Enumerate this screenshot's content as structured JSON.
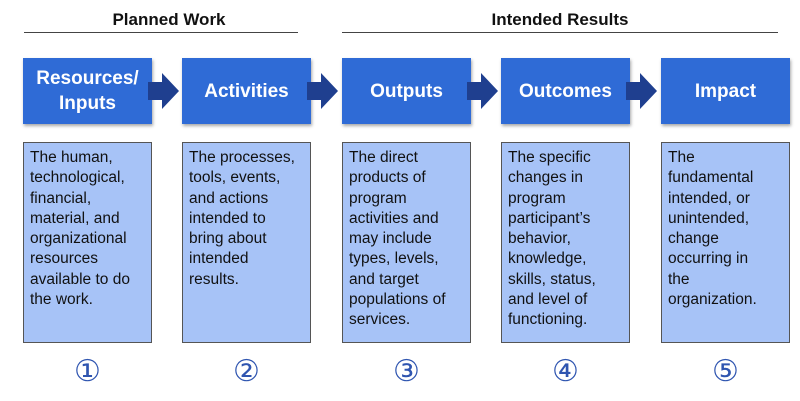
{
  "groups": {
    "planned_work": "Planned Work",
    "intended_results": "Intended Results"
  },
  "stages": [
    {
      "title": "Resources/\nInputs",
      "description": "The human,\ntechnological,\nfinancial,\nmaterial, and\norganizational\nresources\navailable to do\nthe work.",
      "number": "①"
    },
    {
      "title": "Activities",
      "description": "The processes,\ntools, events,\nand actions\nintended to\nbring about\nintended\nresults.",
      "number": "②"
    },
    {
      "title": "Outputs",
      "description": "The direct\nproducts of\nprogram\nactivities and\nmay include\ntypes, levels,\nand target\npopulations of\nservices.",
      "number": "③"
    },
    {
      "title": "Outcomes",
      "description": "The specific\nchanges in\nprogram\nparticipant’s\nbehavior,\nknowledge,\nskills, status,\nand level of\nfunctioning.",
      "number": "④"
    },
    {
      "title": "Impact",
      "description": "The\nfundamental\nintended, or\nunintended,\nchange\noccurring in\nthe\norganization.",
      "number": "⑤"
    }
  ],
  "colors": {
    "stage_fill": "#2f6bd6",
    "description_fill": "#a7c3f7",
    "arrow_fill": "#1f3f8f",
    "number_color": "#2f55b0"
  }
}
